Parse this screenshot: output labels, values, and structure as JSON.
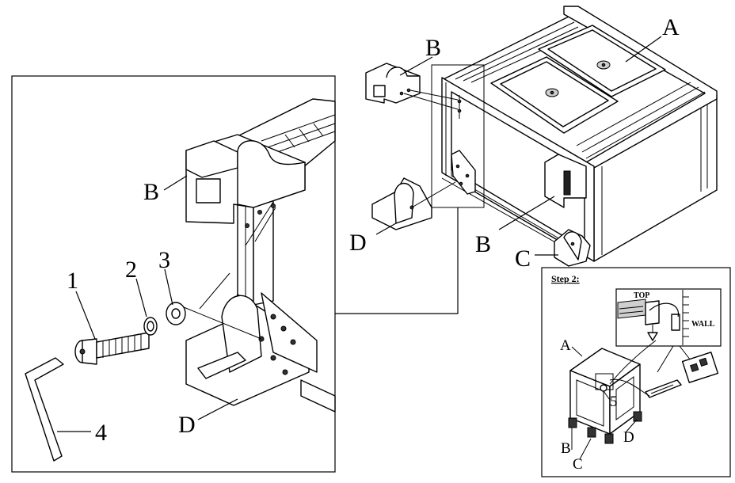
{
  "labels": {
    "detail_b": "B",
    "detail_d": "D",
    "part_1": "1",
    "part_2": "2",
    "part_3": "3",
    "part_4": "4",
    "main_a": "A",
    "main_b_top": "B",
    "main_b_front": "B",
    "main_c": "C",
    "main_d": "D"
  },
  "step2": {
    "title": "Step 2:",
    "top_tag": "TOP",
    "wall_tag": "WALL",
    "label_a": "A",
    "label_b": "B",
    "label_c": "C",
    "label_d": "D",
    "label_5": "5"
  }
}
